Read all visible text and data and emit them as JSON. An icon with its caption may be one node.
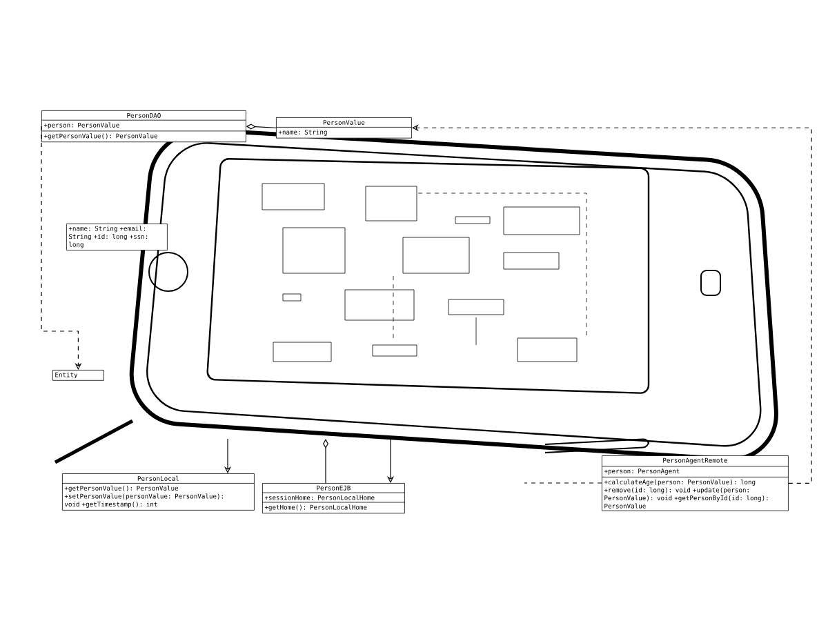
{
  "diagram": {
    "nodes": [
      {
        "text": [
          "PersonDAO",
          "+person: PersonValue",
          "+getPersonValue(): PersonValue"
        ]
      },
      {
        "text": [
          "PersonValue",
          "+name: String"
        ]
      },
      {
        "text": [
          "+name: String +email: String +id: long +ssn: long"
        ]
      },
      {
        "text": [
          "Entity"
        ]
      },
      {
        "text": [
          "PersonLocal",
          "+getPersonValue(): PersonValue +setPersonValue(personValue: PersonValue): void +getTimestamp(): int"
        ]
      },
      {
        "text": [
          "PersonEJB",
          "+sessionHome: PersonLocalHome",
          "+getHome(): PersonLocalHome"
        ]
      },
      {
        "text": [
          "PersonAgentRemote",
          "+person: PersonAgent",
          "+calculateAge(person: PersonValue): long +remove(id: long): void +update(person: PersonValue): void +getPersonById(id: long): PersonValue"
        ]
      }
    ],
    "edges": [
      {
        "from": 0,
        "to": 1,
        "arrow": "other"
      },
      {
        "from": 6,
        "to": 1,
        "arrow": "to",
        "style": "dashed"
      },
      {
        "from": 0,
        "to": 3,
        "arrow": "to",
        "style": "dashed"
      },
      {
        "from": null,
        "to": 4,
        "arrow": "to"
      },
      {
        "from": null,
        "to": 5,
        "arrow": "to"
      },
      {
        "from": null,
        "to": 5,
        "arrow": "other"
      },
      {
        "from": 6,
        "to": null,
        "arrow": "none",
        "style": "dashed"
      }
    ]
  }
}
